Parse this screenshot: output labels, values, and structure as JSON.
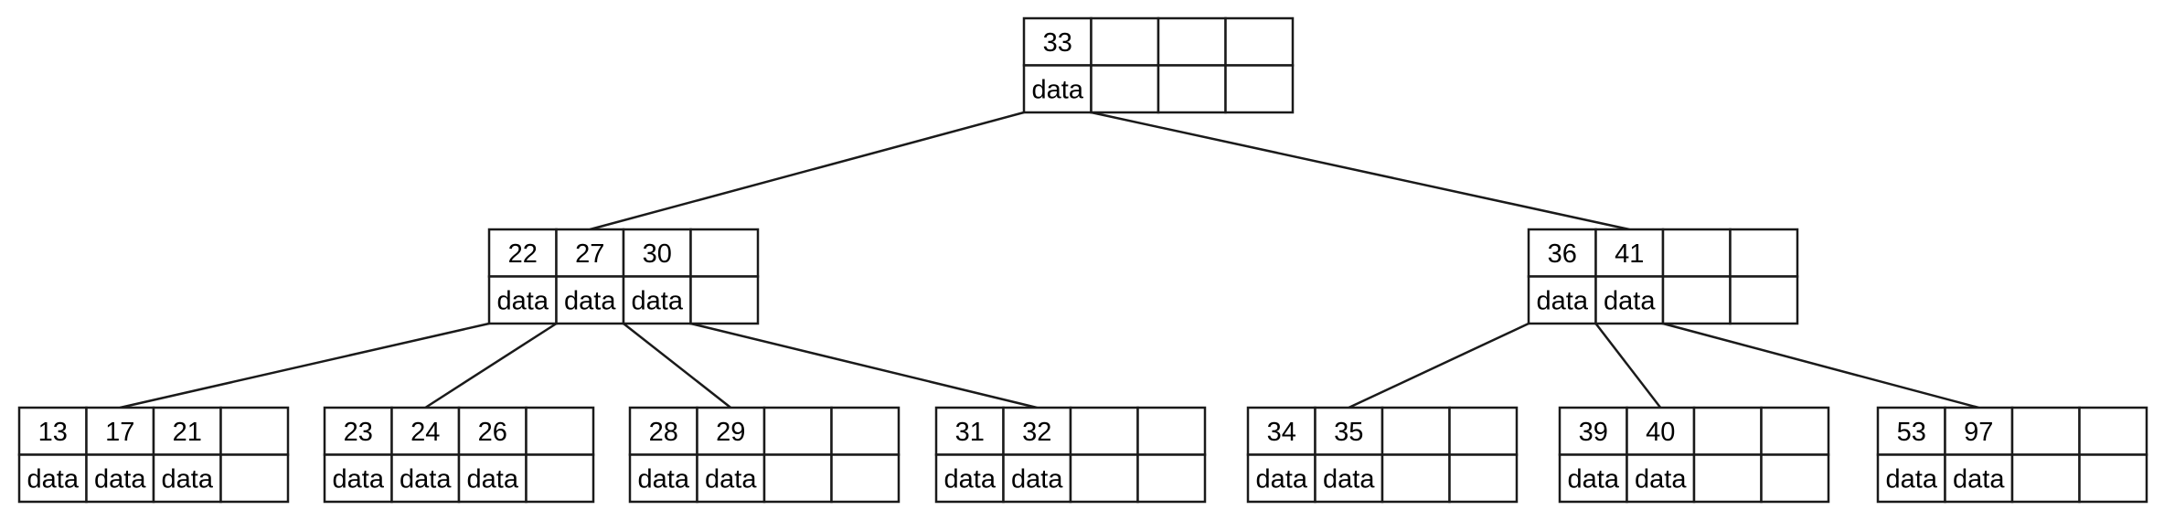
{
  "diagram": {
    "type": "b-tree",
    "nodes": [
      {
        "id": "root",
        "level": 0,
        "keys": [
          "33",
          "",
          "",
          ""
        ],
        "values": [
          "data",
          "",
          "",
          ""
        ]
      },
      {
        "id": "internal-left",
        "level": 1,
        "keys": [
          "22",
          "27",
          "30",
          ""
        ],
        "values": [
          "data",
          "data",
          "data",
          ""
        ]
      },
      {
        "id": "internal-right",
        "level": 1,
        "keys": [
          "36",
          "41",
          "",
          ""
        ],
        "values": [
          "data",
          "data",
          "",
          ""
        ]
      },
      {
        "id": "leaf-1",
        "level": 2,
        "keys": [
          "13",
          "17",
          "21",
          ""
        ],
        "values": [
          "data",
          "data",
          "data",
          ""
        ]
      },
      {
        "id": "leaf-2",
        "level": 2,
        "keys": [
          "23",
          "24",
          "26",
          ""
        ],
        "values": [
          "data",
          "data",
          "data",
          ""
        ]
      },
      {
        "id": "leaf-3",
        "level": 2,
        "keys": [
          "28",
          "29",
          "",
          ""
        ],
        "values": [
          "data",
          "data",
          "",
          ""
        ]
      },
      {
        "id": "leaf-4",
        "level": 2,
        "keys": [
          "31",
          "32",
          "",
          ""
        ],
        "values": [
          "data",
          "data",
          "",
          ""
        ]
      },
      {
        "id": "leaf-5",
        "level": 2,
        "keys": [
          "34",
          "35",
          "",
          ""
        ],
        "values": [
          "data",
          "data",
          "",
          ""
        ]
      },
      {
        "id": "leaf-6",
        "level": 2,
        "keys": [
          "39",
          "40",
          "",
          ""
        ],
        "values": [
          "data",
          "data",
          "",
          ""
        ]
      },
      {
        "id": "leaf-7",
        "level": 2,
        "keys": [
          "53",
          "97",
          "",
          ""
        ],
        "values": [
          "data",
          "data",
          "",
          ""
        ]
      }
    ],
    "edges": [
      {
        "from": "root",
        "pointer": 0,
        "to": "internal-left"
      },
      {
        "from": "root",
        "pointer": 1,
        "to": "internal-right"
      },
      {
        "from": "internal-left",
        "pointer": 0,
        "to": "leaf-1"
      },
      {
        "from": "internal-left",
        "pointer": 1,
        "to": "leaf-2"
      },
      {
        "from": "internal-left",
        "pointer": 2,
        "to": "leaf-3"
      },
      {
        "from": "internal-left",
        "pointer": 3,
        "to": "leaf-4"
      },
      {
        "from": "internal-right",
        "pointer": 0,
        "to": "leaf-5"
      },
      {
        "from": "internal-right",
        "pointer": 1,
        "to": "leaf-6"
      },
      {
        "from": "internal-right",
        "pointer": 2,
        "to": "leaf-7"
      }
    ],
    "colors": {
      "stroke": "#1a1a1a",
      "fill": "#ffffff",
      "text": "#000000"
    }
  }
}
